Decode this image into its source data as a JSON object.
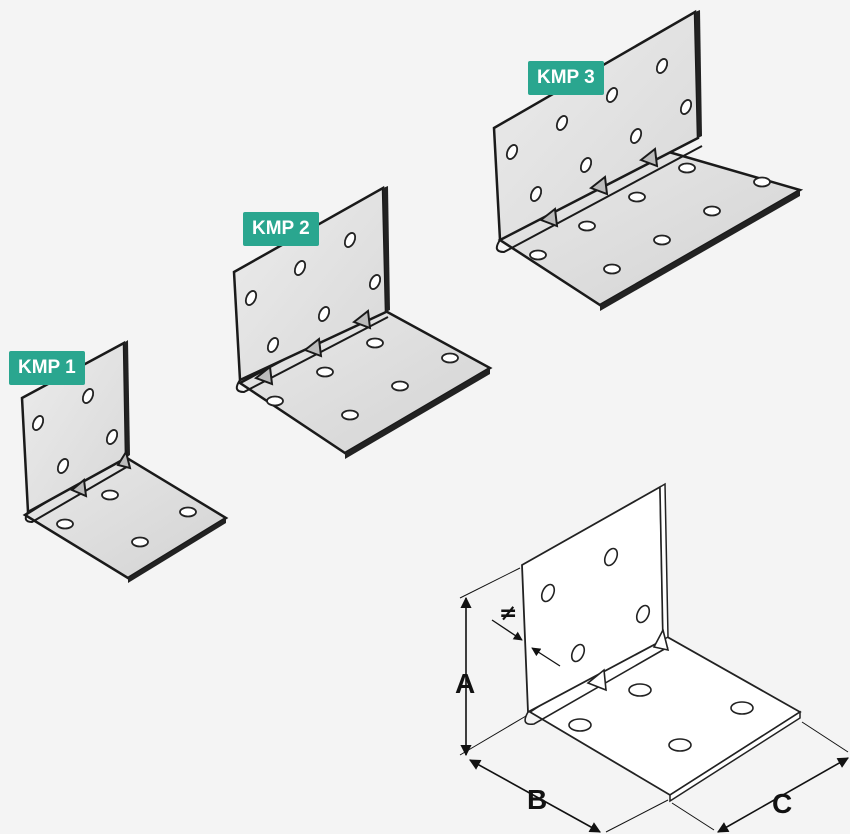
{
  "products": [
    {
      "label": "KMP 1"
    },
    {
      "label": "KMP 2"
    },
    {
      "label": "KMP 3"
    }
  ],
  "dimensions": {
    "a_label": "A",
    "b_label": "B",
    "c_label": "C",
    "thickness_symbol": "≠"
  },
  "colors": {
    "badge": "#2aa68f",
    "plate_fill": "#e4e4e4",
    "plate_stroke": "#1a1a1a",
    "outline_fill": "#ffffff",
    "background": "#f4f4f4"
  }
}
